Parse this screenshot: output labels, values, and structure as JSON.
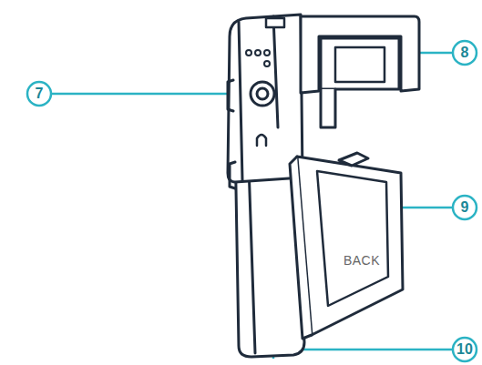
{
  "diagram": {
    "labels": [
      "7",
      "8",
      "9",
      "10",
      "BACK"
    ]
  }
}
